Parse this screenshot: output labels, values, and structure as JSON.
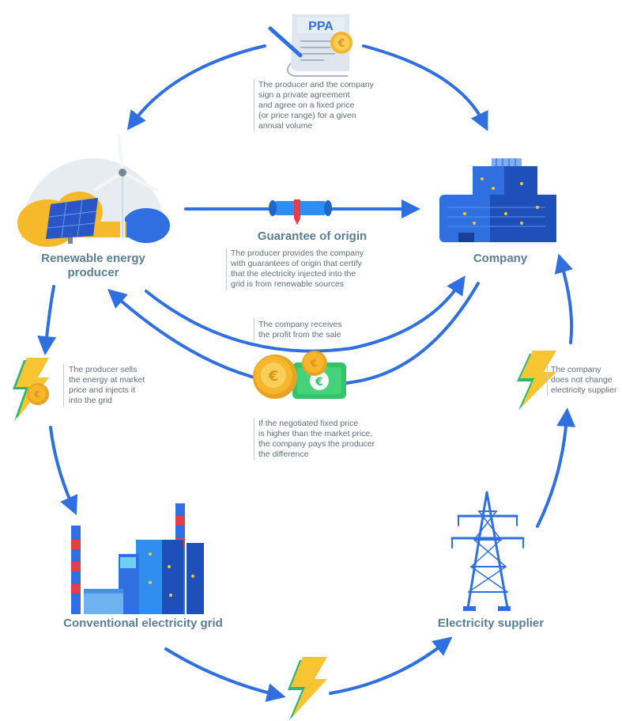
{
  "nodes": {
    "ppa": {
      "label": "PPA"
    },
    "producer": {
      "title": [
        "Renewable energy",
        "producer"
      ]
    },
    "company": {
      "title": "Company"
    },
    "guarantee": {
      "title": "Guarantee of origin"
    },
    "grid": {
      "title": "Conventional electricity grid"
    },
    "supplier": {
      "title": "Electricity supplier"
    }
  },
  "notes": {
    "ppa_agreement": [
      "The producer and the company",
      "sign a private agreement",
      "and agree on a fixed price",
      "(or price range) for a given",
      "annual volume"
    ],
    "guarantee": [
      "The producer provides the company",
      "with guarantees of origin that certify",
      "that the electricity injected into the",
      "grid is from renewable sources"
    ],
    "profit": [
      "The company receives",
      "the profit from the sale"
    ],
    "difference": [
      "If the negotiated fixed price",
      "is higher than the market price,",
      "the company pays the producer",
      "the difference"
    ],
    "market_sale": [
      "The producer sells",
      "the energy at market",
      "price and injects it",
      "into the grid"
    ],
    "no_change": [
      "The company",
      "does not change",
      "electricity supplier"
    ]
  },
  "colors": {
    "arrow": "#2f6fe0",
    "title": "#5a7f93",
    "note_text": "#5f6e78",
    "bolt_yellow": "#f7c531",
    "coin_gold": "#f5b62b",
    "euro_green": "#33c46a"
  }
}
